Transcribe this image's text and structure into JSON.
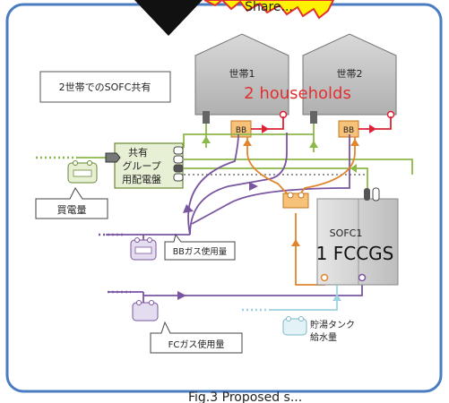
{
  "banner": {
    "share_text": "Share..."
  },
  "labels": {
    "box_title": "2世帯でのSOFC共有",
    "house1": "世帯1",
    "house2": "世帯2",
    "households_overlay": "2 households",
    "bb": "BB",
    "panel_line1": "共有",
    "panel_line2": "グループ",
    "panel_line3": "用配電盤",
    "buy_power": "買電量",
    "bb_gas": "BBガス使用量",
    "fc_gas": "FCガス使用量",
    "sofc": "SOFC1",
    "sofc_overlay": "1 FCCGS",
    "tank_line1": "貯湯タンク",
    "tank_line2": "給水量",
    "caption": "Fig.3 Proposed s..."
  },
  "colors": {
    "frame": "#4a7cc1",
    "electric": "#8cb84a",
    "gas": "#7a55a0",
    "hot_water": "#e0852e",
    "water": "#9dd3e0",
    "red_overlay": "#e03030",
    "house": "#bdbdbd"
  }
}
